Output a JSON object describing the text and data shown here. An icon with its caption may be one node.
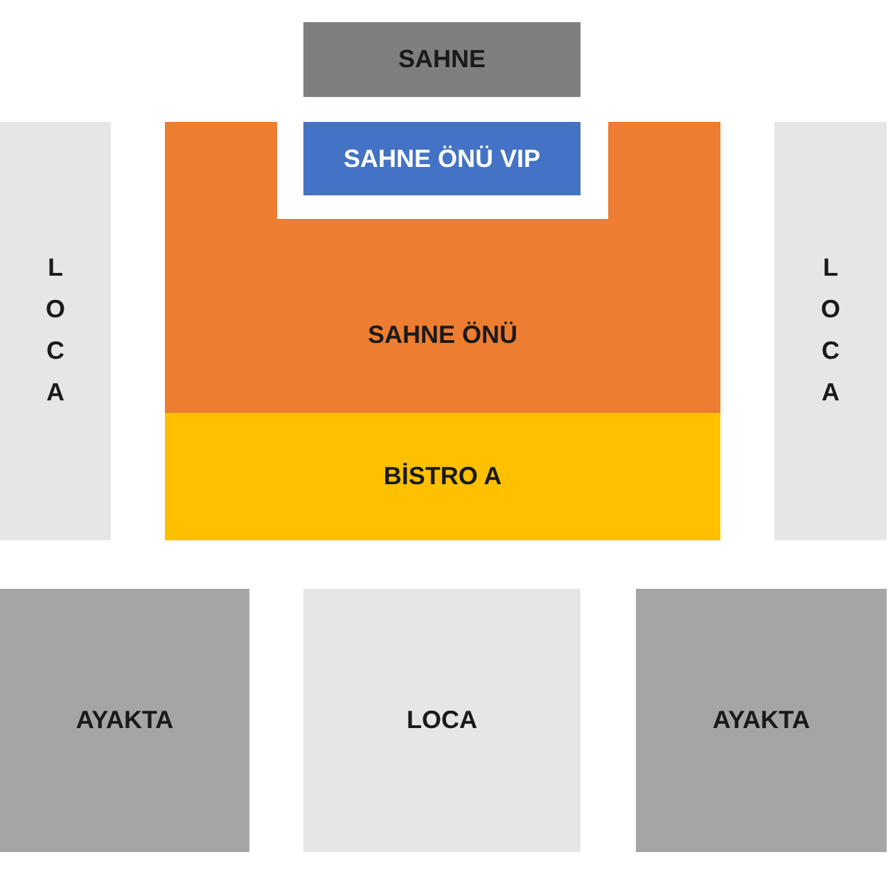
{
  "diagram": {
    "nodes": [
      {
        "text": [
          "SAHNE"
        ]
      },
      {
        "text": [
          "SAHNE ÖNÜ VIP"
        ]
      },
      {
        "text": [
          "SAHNE ÖNÜ"
        ]
      },
      {
        "text": [
          "BİSTRO A"
        ]
      },
      {
        "text": [
          "LOCA"
        ]
      },
      {
        "text": [
          "LOCA"
        ]
      },
      {
        "text": [
          "AYAKTA"
        ]
      },
      {
        "text": [
          "LOCA"
        ]
      },
      {
        "text": [
          "AYAKTA"
        ]
      }
    ]
  }
}
